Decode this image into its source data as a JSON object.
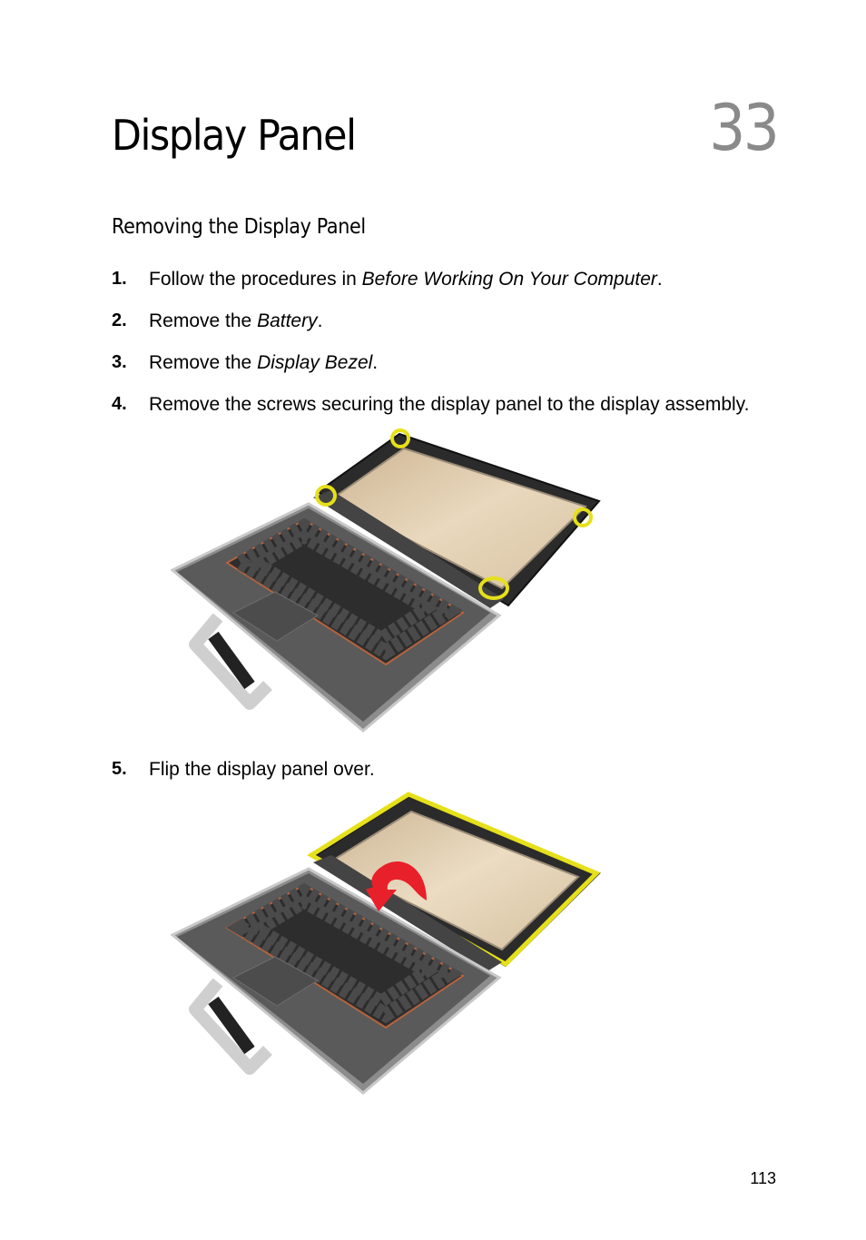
{
  "chapter": {
    "title": "Display Panel",
    "number": "33"
  },
  "section": {
    "title": "Removing the Display Panel"
  },
  "steps": [
    {
      "num": "1.",
      "before": "Follow the procedures in ",
      "link": "Before Working On Your Computer",
      "after": "."
    },
    {
      "num": "2.",
      "before": "Remove the ",
      "link": "Battery",
      "after": "."
    },
    {
      "num": "3.",
      "before": "Remove the ",
      "link": "Display Bezel",
      "after": "."
    },
    {
      "num": "4.",
      "before": "Remove the screws securing the display panel to the display assembly.",
      "link": "",
      "after": ""
    },
    {
      "num": "5.",
      "before": "Flip the display panel over.",
      "link": "",
      "after": ""
    }
  ],
  "figures": [
    {
      "name": "laptop-screws-figure",
      "highlight": "#e6e01a"
    },
    {
      "name": "laptop-flip-figure",
      "highlight": "#e6e01a",
      "arrow": "#e8202a"
    }
  ],
  "page": {
    "number": "113"
  }
}
